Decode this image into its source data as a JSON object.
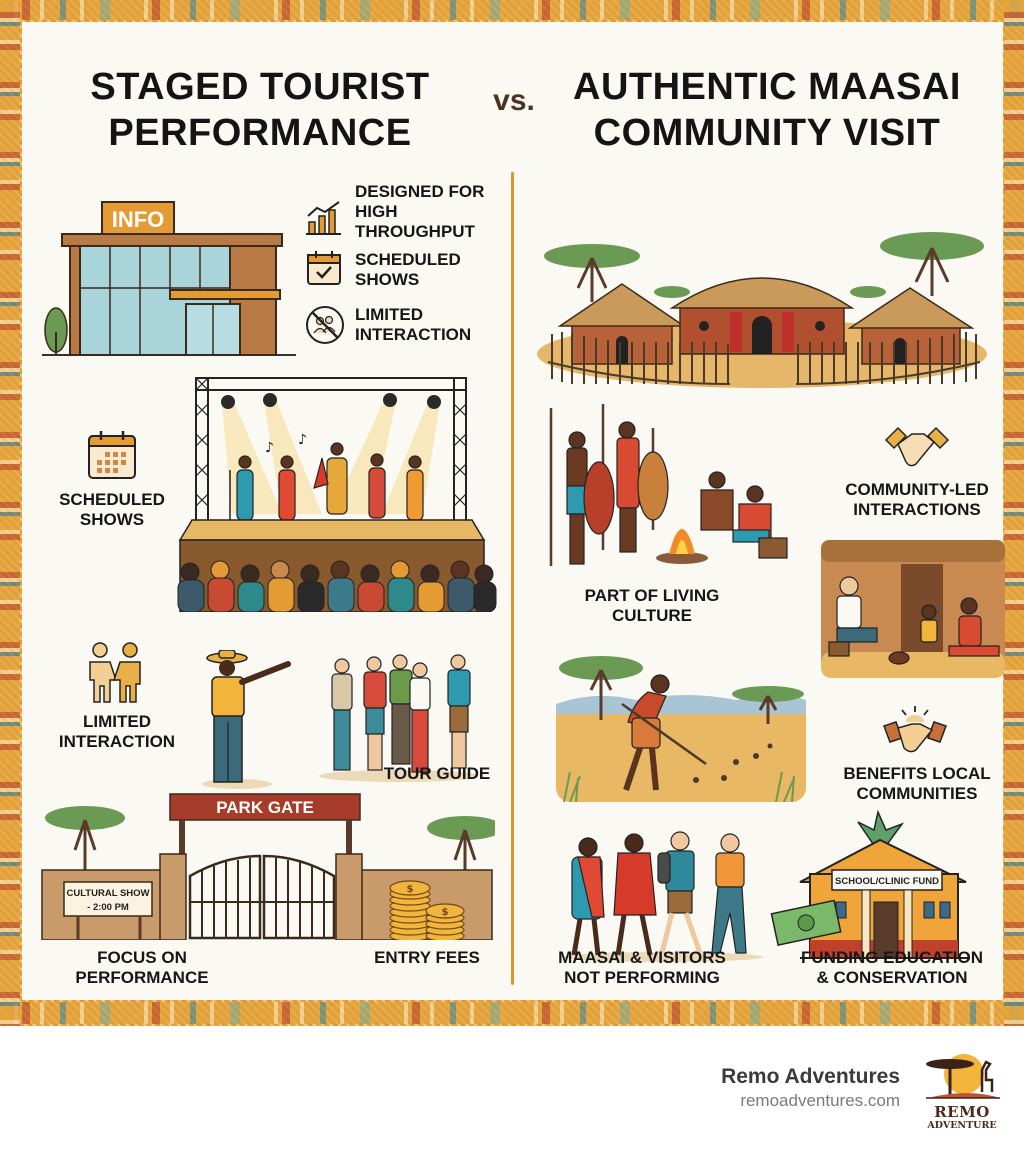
{
  "header": {
    "left_title_line1": "STAGED TOURIST",
    "left_title_line2": "PERFORMANCE",
    "vs": "vs.",
    "right_title_line1": "AUTHENTIC MAASAI",
    "right_title_line2": "COMMUNITY VISIT"
  },
  "staged": {
    "building_sign": "INFO",
    "features": [
      {
        "icon": "chart-growth-icon",
        "line1": "DESIGNED FOR",
        "line2": "HIGH",
        "line3": "THROUGHPUT"
      },
      {
        "icon": "calendar-check-icon",
        "line1": "SCHEDULED",
        "line2": "SHOWS"
      },
      {
        "icon": "no-people-icon",
        "line1": "LIMITED",
        "line2": "INTERACTION"
      }
    ],
    "stage_label": {
      "icon": "calendar-icon",
      "line1": "SCHEDULED",
      "line2": "SHOWS"
    },
    "interaction_label": {
      "icon": "holding-hands-icon",
      "line1": "LIMITED",
      "line2": "INTERACTION"
    },
    "tour_guide_label": "TOUR GUIDE",
    "park_gate_sign": "PARK GATE",
    "show_sign_line1": "CULTURAL SHOW",
    "show_sign_line2": "- 2:00 PM",
    "focus_label_line1": "FOCUS ON",
    "focus_label_line2": "PERFORMANCE",
    "entry_fees_label": "ENTRY FEES",
    "coin_symbol": "$"
  },
  "authentic": {
    "living_culture_line1": "PART OF LIVING",
    "living_culture_line2": "CULTURE",
    "community_led_line1": "COMMUNITY-LED",
    "community_led_line2": "INTERACTIONS",
    "benefits_line1": "BENEFITS LOCAL",
    "benefits_line2": "COMMUNITIES",
    "walking_line1": "MAASAI & VISITORS",
    "walking_line2": "NOT PERFORMING",
    "fund_sign": "SCHOOL/CLINIC FUND",
    "funding_line1": "FUNDING EDUCATION",
    "funding_line2": "& CONSERVATION"
  },
  "footer": {
    "brand_name": "Remo Adventures",
    "url": "remoadventures.com",
    "logo_line1": "REMO",
    "logo_line2": "ADVENTURE"
  },
  "colors": {
    "border_gold": "#e3a23a",
    "panel_cream": "#fbf9f3",
    "divider": "#d8962f",
    "vs_brown": "#4a3322",
    "title_black": "#141414"
  }
}
